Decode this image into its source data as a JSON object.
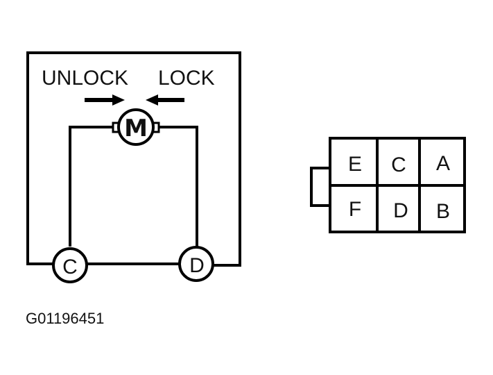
{
  "diagram": {
    "direction_labels": {
      "unlock": "UNLOCK",
      "lock": "LOCK"
    },
    "motor_label": "M",
    "terminals": {
      "left": "C",
      "right": "D"
    },
    "figure_id": "G01196451"
  },
  "connector": {
    "pins": {
      "top": [
        "E",
        "C",
        "A"
      ],
      "bottom": [
        "F",
        "D",
        "B"
      ]
    }
  }
}
